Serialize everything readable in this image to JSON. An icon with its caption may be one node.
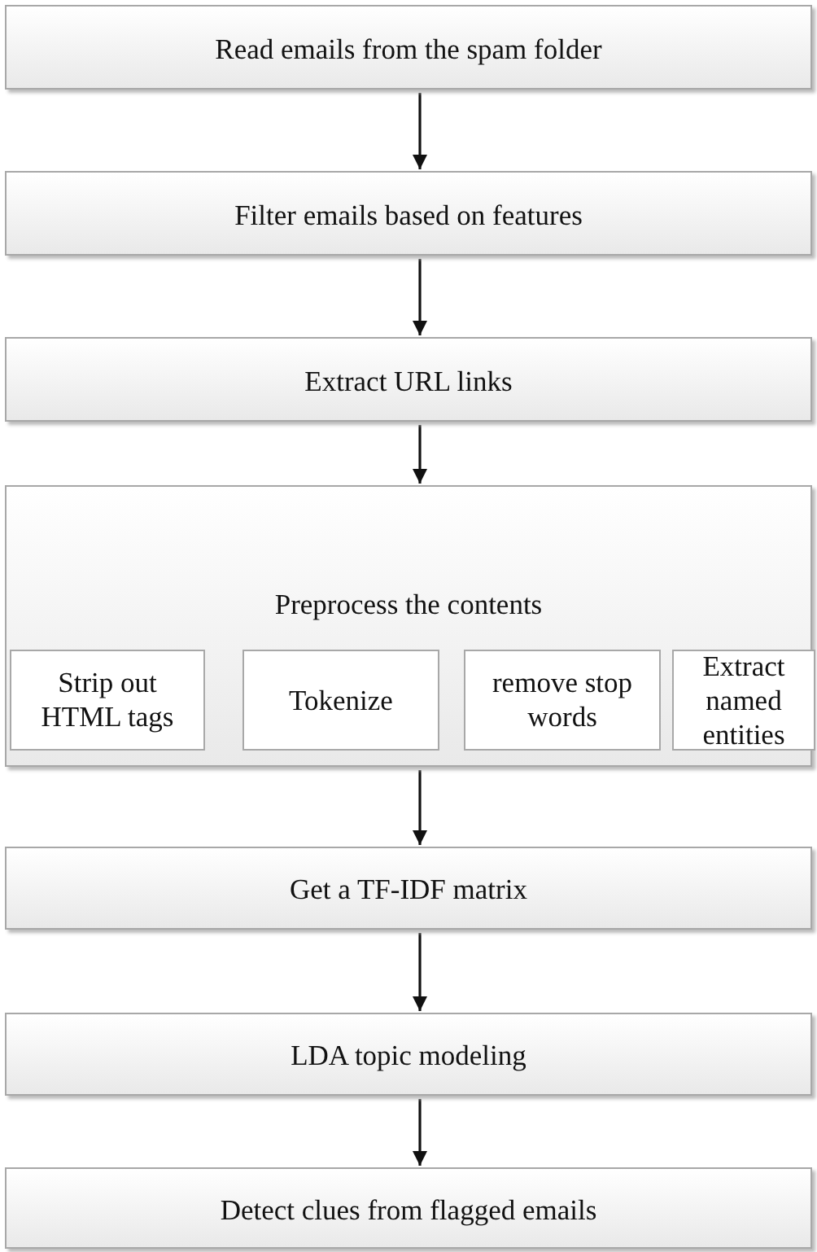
{
  "diagram": {
    "nodes": [
      {
        "text": [
          "Read emails from the spam folder"
        ]
      },
      {
        "text": [
          "Filter emails based on features"
        ]
      },
      {
        "text": [
          "Extract URL links"
        ]
      },
      {
        "text": [
          "Preprocess the contents"
        ]
      },
      {
        "text": [
          "Strip out HTML tags"
        ],
        "in": 3
      },
      {
        "text": [
          "Tokenize"
        ],
        "in": 3
      },
      {
        "text": [
          "remove stop words"
        ],
        "in": 3
      },
      {
        "text": [
          "Extract named entities"
        ],
        "in": 3
      },
      {
        "text": [
          "Get a TF-IDF matrix"
        ]
      },
      {
        "text": [
          "LDA topic modeling"
        ]
      },
      {
        "text": [
          "Detect clues from flagged emails"
        ]
      }
    ],
    "edges": [
      {
        "from": 0,
        "to": 1,
        "arrow": "to"
      },
      {
        "from": 1,
        "to": 2,
        "arrow": "to"
      },
      {
        "from": 2,
        "to": 3,
        "arrow": "to"
      },
      {
        "from": 3,
        "to": 8,
        "arrow": "to"
      },
      {
        "from": 8,
        "to": 9,
        "arrow": "to"
      },
      {
        "from": 9,
        "to": 10,
        "arrow": "to"
      }
    ]
  }
}
